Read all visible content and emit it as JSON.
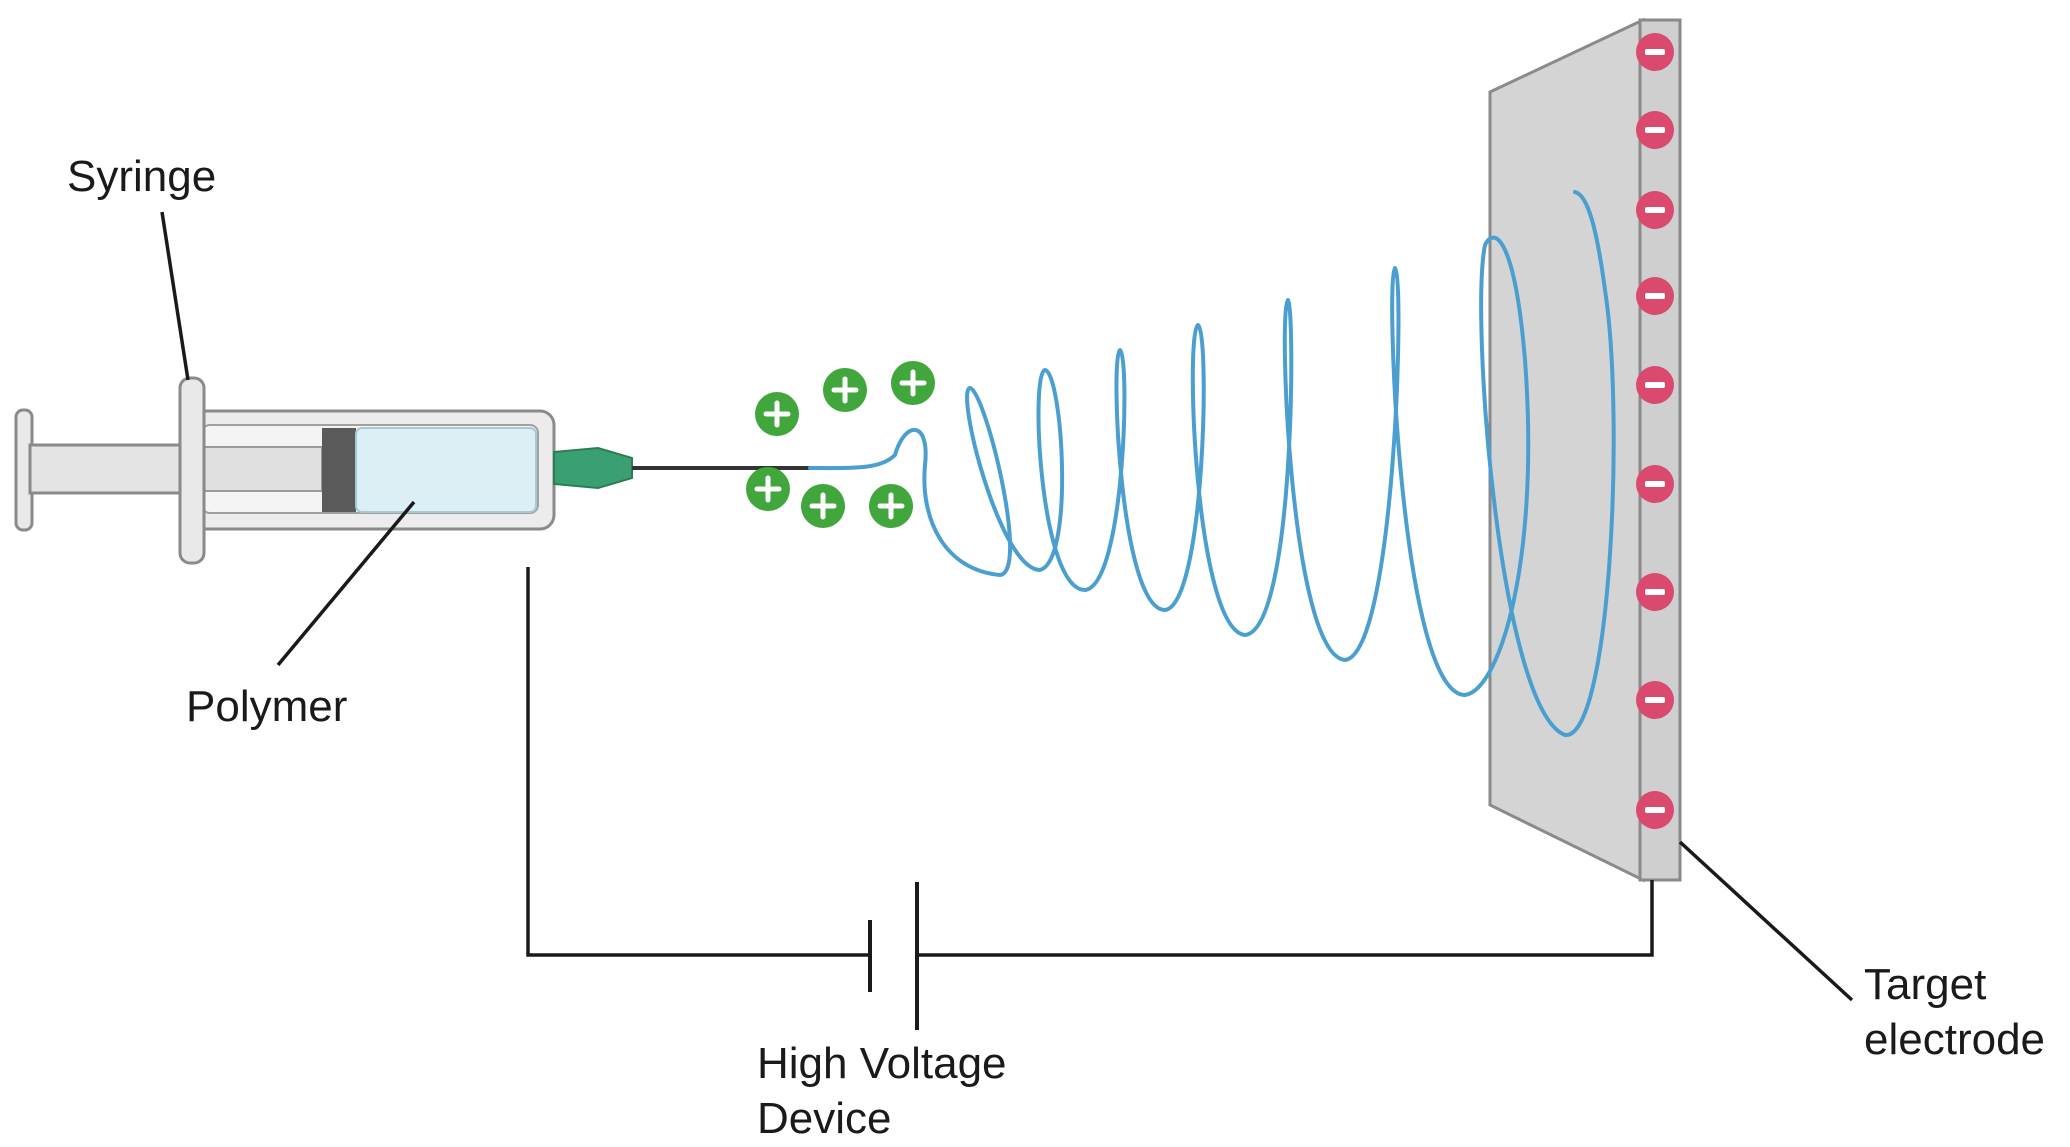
{
  "labels": {
    "syringe": "Syringe",
    "polymer": "Polymer",
    "high_voltage_line1": "High Voltage",
    "high_voltage_line2": "Device",
    "target_line1": "Target",
    "target_line2": "electrode"
  },
  "colors": {
    "positive_charge": "#41a63c",
    "negative_charge": "#d94a6e",
    "fiber": "#4a9fd0",
    "polymer_fill": "#dceff5",
    "needle_hub": "#3aa072",
    "electrode_face": "#d4d4d4",
    "syringe_body": "#e8e8e8",
    "plunger_seal": "#5a5a5a",
    "wire": "#1a1a1a"
  },
  "charges": {
    "positive_symbol": "+",
    "negative_symbol": "−",
    "positive_count": 6,
    "negative_count": 9
  }
}
